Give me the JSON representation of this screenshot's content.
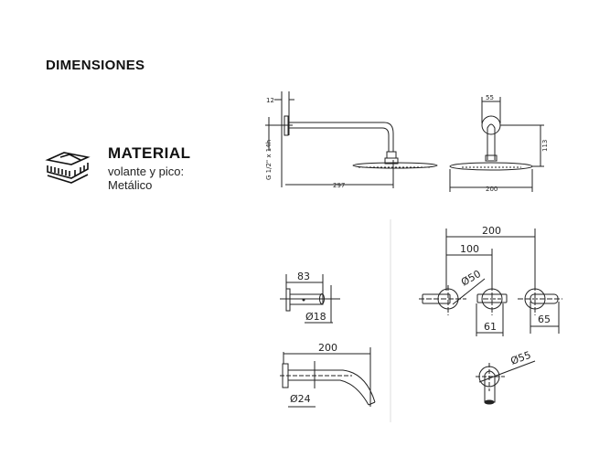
{
  "heading": "DIMENSIONES",
  "material": {
    "title": "MATERIAL",
    "line1": "volante y pico:",
    "line2": "Metálico",
    "icon": "layered-material-icon"
  },
  "shower_side": {
    "d12": "12",
    "thread": "G 1/2\" x 14h",
    "d297": "297"
  },
  "shower_front": {
    "d55": "55",
    "d113": "113",
    "d200": "200"
  },
  "handle_side": {
    "d83": "83",
    "d18": "Ø18"
  },
  "spout_side": {
    "d200": "200",
    "d24": "Ø24"
  },
  "front_set": {
    "d200": "200",
    "d100": "100",
    "d50": "Ø50",
    "d61": "61",
    "d65": "65",
    "d55": "Ø55"
  }
}
